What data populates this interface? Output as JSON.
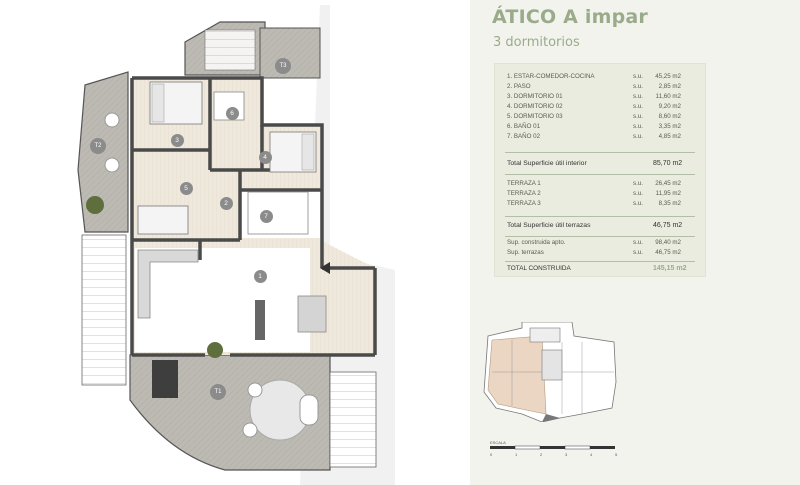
{
  "header": {
    "title": "ÁTICO A impar",
    "subtitle": "3 dormitorios"
  },
  "rooms": [
    {
      "label": "1. ESTAR-COMEDOR-COCINA",
      "su": "s.u.",
      "value": "45,25 m2"
    },
    {
      "label": "2. PASO",
      "su": "s.u.",
      "value": "2,85 m2"
    },
    {
      "label": "3. DORMITORIO 01",
      "su": "s.u.",
      "value": "11,60 m2"
    },
    {
      "label": "4. DORMITORIO 02",
      "su": "s.u.",
      "value": "9,20 m2"
    },
    {
      "label": "5. DORMITORIO 03",
      "su": "s.u.",
      "value": "8,60 m2"
    },
    {
      "label": "6. BAÑO 01",
      "su": "s.u.",
      "value": "3,35 m2"
    },
    {
      "label": "7. BAÑO 02",
      "su": "s.u.",
      "value": "4,85 m2"
    }
  ],
  "interior_total": {
    "label": "Total Superficie útil interior",
    "value": "85,70 m2"
  },
  "terraces": [
    {
      "label": "TERRAZA 1",
      "su": "s.u.",
      "value": "26,45 m2"
    },
    {
      "label": "TERRAZA 2",
      "su": "s.u.",
      "value": "11,95 m2"
    },
    {
      "label": "TERRAZA 3",
      "su": "s.u.",
      "value": "8,35 m2"
    }
  ],
  "terraces_total": {
    "label": "Total Superficie útil terrazas",
    "value": "46,75 m2"
  },
  "built": [
    {
      "label": "Sup. construida apto.",
      "su": "s.u.",
      "value": "98,40 m2"
    },
    {
      "label": "Sup. terrazas",
      "su": "s.u.",
      "value": "46,75 m2"
    }
  ],
  "grand_total": {
    "label": "TOTAL CONSTRUIDA",
    "value": "145,15 m2"
  },
  "plan_markers": [
    "1",
    "2",
    "3",
    "4",
    "5",
    "6",
    "7",
    "T1",
    "T2",
    "T3"
  ],
  "scale": {
    "label": "ESCALA",
    "ticks": [
      "0",
      "1",
      "2",
      "3",
      "4",
      "5"
    ]
  },
  "colors": {
    "accent": "#9aab8b",
    "panel": "#f3f3ee",
    "table_bg": "#e9ecdf",
    "wall": "#4a4a4a",
    "terrace": "#b9b6b0",
    "floor": "#ffffff",
    "marker": "#8b8b8b"
  }
}
